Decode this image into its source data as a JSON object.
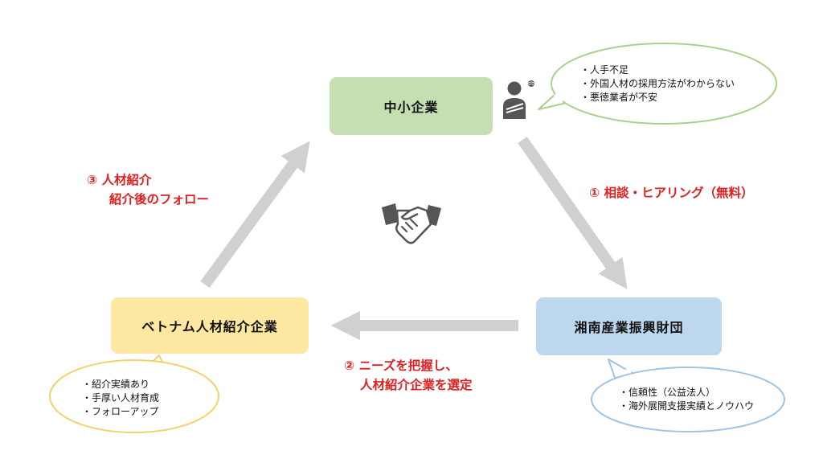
{
  "nodes": {
    "sme": "中小企業",
    "vietnam_agency": "ベトナム人材紹介企業",
    "shonan_foundation": "湘南産業振興財団"
  },
  "notes": {
    "sme": [
      "・人手不足",
      "・外国人材の採用方法がわからない",
      "・悪徳業者が不安"
    ],
    "vietnam_agency": [
      "・紹介実績あり",
      "・手厚い人材育成",
      "・フォローアップ"
    ],
    "shonan_foundation": [
      "・信頼性（公益法人）",
      "・海外展開支援実績とノウハウ"
    ]
  },
  "steps": {
    "step1": {
      "line1": "① 相談・ヒアリング（無料）"
    },
    "step2": {
      "line1": "② ニーズを把握し、",
      "line2": "人材紹介企業を選定"
    },
    "step3": {
      "line1": "③ 人材紹介",
      "line2": "紹介後のフォロー"
    }
  },
  "colors": {
    "sme_box": "#c5dfb3",
    "vietnam_box": "#fde8a1",
    "shonan_box": "#bdd7ee",
    "sme_bubble_border": "#a9d18e",
    "vietnam_bubble_border": "#f2d36b",
    "shonan_bubble_border": "#9dc3e6",
    "arrow": "#d0d0d0",
    "step_text": "#e02020",
    "icon": "#555555"
  },
  "icons": [
    "worried-person-icon",
    "handshake-icon"
  ]
}
